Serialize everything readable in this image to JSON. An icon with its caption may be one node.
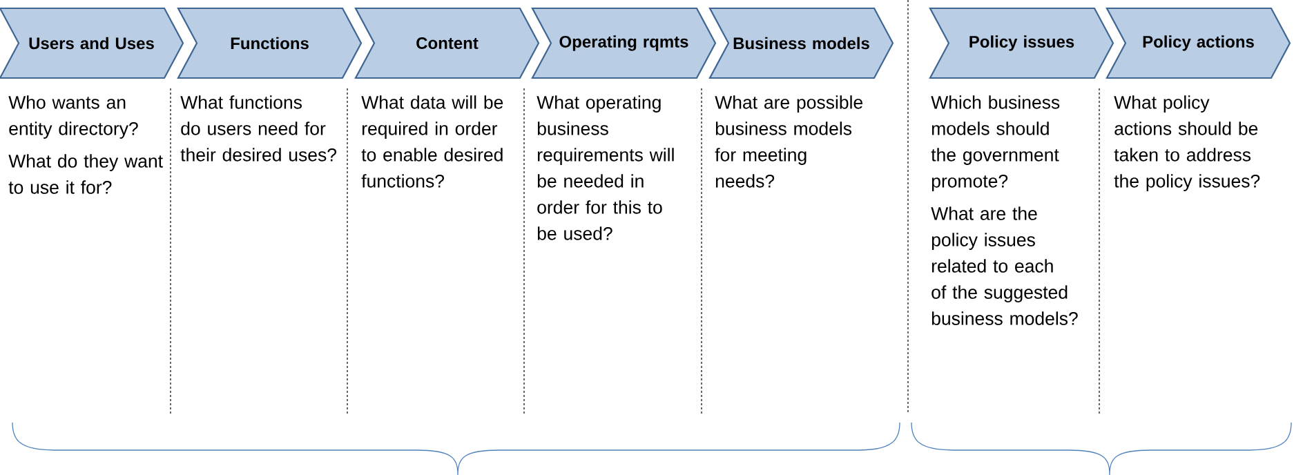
{
  "diagram": {
    "nodes": [
      {
        "text": [
          "Users and Uses"
        ],
        "beside": [
          "Who wants an entity directory?",
          "What do they want to use it for?"
        ]
      },
      {
        "text": [
          "Functions"
        ],
        "beside": [
          "What functions do users need for their desired uses?"
        ]
      },
      {
        "text": [
          "Content"
        ],
        "beside": [
          "What data will be required in order to enable desired functions?"
        ]
      },
      {
        "text": [
          "Operating rqmts"
        ],
        "beside": [
          "What operating business requirements will be needed in order for this to be used?"
        ]
      },
      {
        "text": [
          "Business models"
        ],
        "beside": [
          "What are possible business models for meeting needs?"
        ]
      },
      {
        "text": [
          "Policy issues"
        ],
        "beside": [
          "Which business models should the government promote?",
          "What are the policy issues related to each of the suggested business models?"
        ]
      },
      {
        "text": [
          "Policy actions"
        ],
        "beside": [
          "What policy actions should be taken to address the policy issues?"
        ]
      }
    ]
  }
}
